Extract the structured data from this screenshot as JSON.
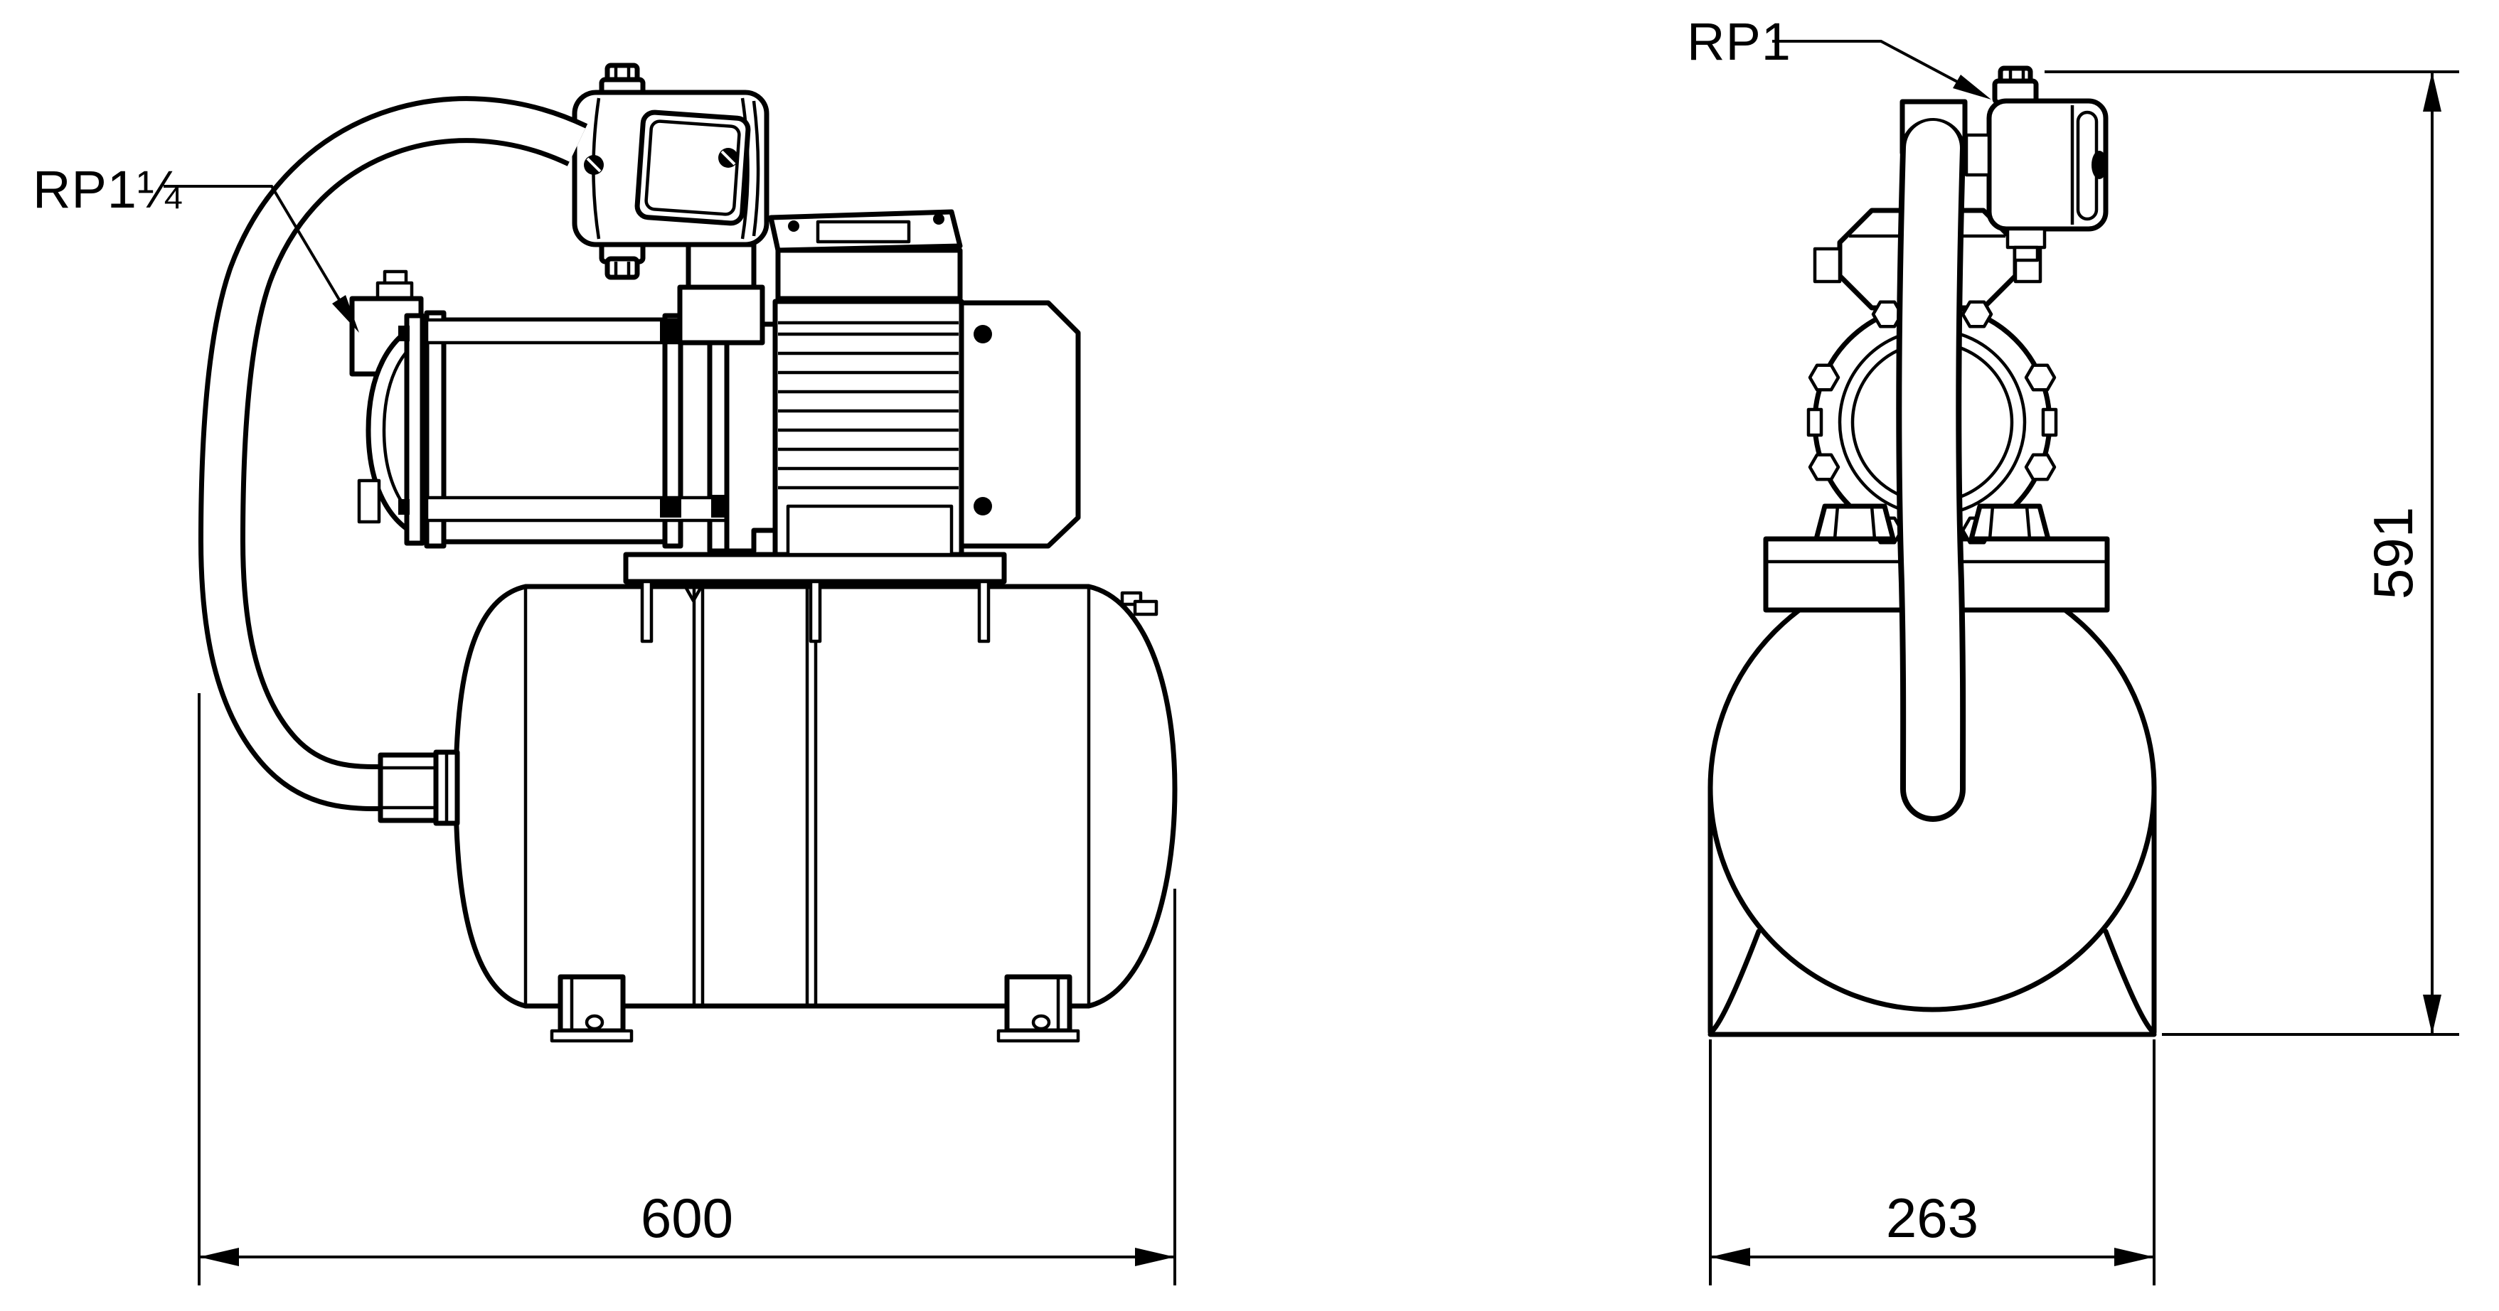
{
  "drawing": {
    "title": "pump-unit-dimension-drawing",
    "colors": {
      "line": "#000000",
      "background": "#ffffff"
    },
    "views": {
      "side": {
        "name": "side-view",
        "inlet_port_label": "RP1¼",
        "width_dim": "600"
      },
      "front": {
        "name": "front-view",
        "port_label": "RP1",
        "width_dim": "263",
        "height_dim": "591"
      }
    }
  }
}
